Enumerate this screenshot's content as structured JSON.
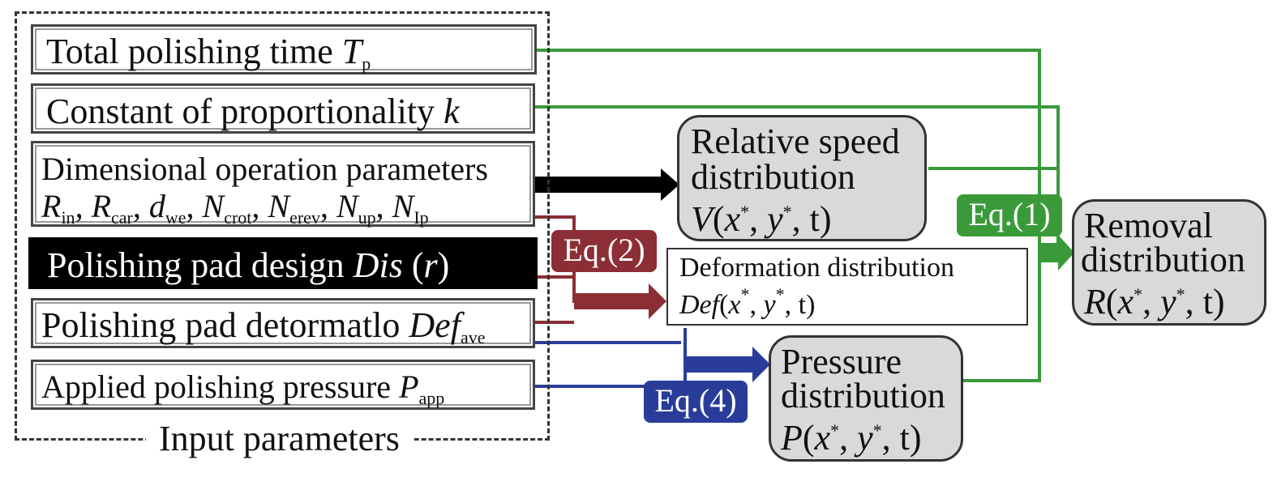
{
  "inputs": {
    "total_time": {
      "text": "Total polishing time ",
      "sym": "T",
      "sub": "p"
    },
    "constant": {
      "text": "Constant of proportionality ",
      "sym": "k"
    },
    "dimensional": {
      "line1": "Dimensional operation parameters",
      "params": [
        {
          "sym": "R",
          "sub": "in",
          "sep": ", "
        },
        {
          "sym": "R",
          "sub": "car",
          "sep": ", "
        },
        {
          "sym": "d",
          "sub": "we",
          "sep": ", "
        },
        {
          "sym": "N",
          "sub": "crot",
          "sep": ", "
        },
        {
          "sym": "N",
          "sub": "erev",
          "sep": ", "
        },
        {
          "sym": "N",
          "sub": "up",
          "sep": ", "
        },
        {
          "sym": "N",
          "sub": "Ip",
          "sep": ""
        }
      ]
    },
    "pad_design": {
      "text": "Polishing pad design ",
      "sym": "Dis",
      "arg": " (",
      "var": "r",
      "close": ")"
    },
    "pad_deformation": {
      "text": "Polishing pad detormatlo ",
      "sym": "Def",
      "sub": "ave"
    },
    "pressure": {
      "text": "Applied polishing pressure ",
      "sym": "P",
      "sub": "app"
    },
    "group_label": "Input parameters"
  },
  "outputs": {
    "speed": {
      "line1": "Relative speed",
      "line2": "distribution",
      "sym": "V"
    },
    "deformation": {
      "line1": "Deformation distribution",
      "sym": "Def"
    },
    "pressure_dist": {
      "line1": "Pressure",
      "line2": "distribution",
      "sym": "P"
    },
    "removal": {
      "line1": "Removal",
      "line2": "distribution",
      "sym": "R"
    },
    "args": {
      "open": "(",
      "x": "x",
      "y": "y",
      "star": "*",
      "comma": ", ",
      "t": "t",
      "close": ")"
    }
  },
  "equations": {
    "eq1": "Eq.(1)",
    "eq2": "Eq.(2)",
    "eq4": "Eq.(4)"
  },
  "colors": {
    "green": "#3a9a3a",
    "red": "#8c2e35",
    "blue": "#2a3c9a",
    "black": "#000000",
    "gray_box": "#d9d9d9"
  }
}
